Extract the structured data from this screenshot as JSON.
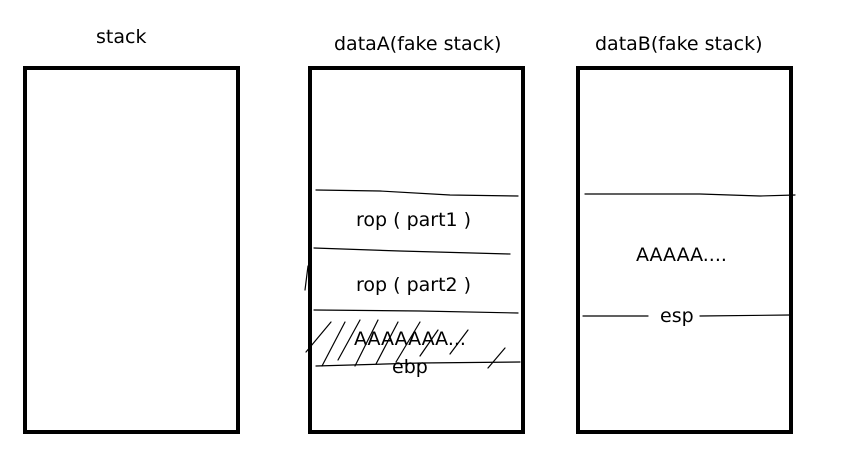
{
  "diagram": {
    "stack_title": "stack",
    "dataA_title": "dataA(fake stack)",
    "dataB_title": "dataB(fake stack)",
    "dataA": {
      "rop_part1": "rop ( part1 )",
      "rop_part2": "rop ( part2 )",
      "padding": "AAAAAAA...",
      "ebp": "ebp"
    },
    "dataB": {
      "padding": "AAAAA....",
      "esp": "esp"
    }
  }
}
